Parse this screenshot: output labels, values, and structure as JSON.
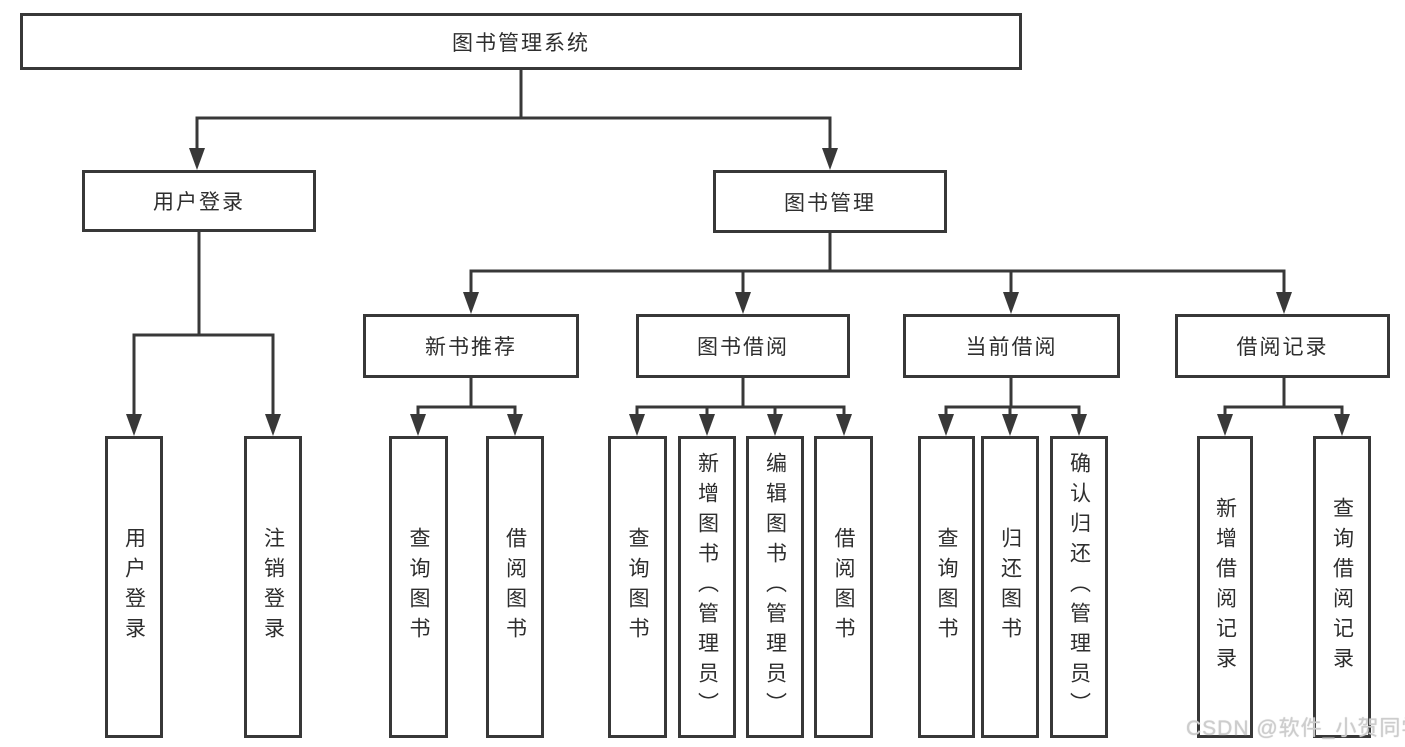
{
  "tree": {
    "root": {
      "label": "图书管理系统"
    },
    "children": [
      {
        "label": "用户登录",
        "children": [
          {
            "label": "用户登录"
          },
          {
            "label": "注销登录"
          }
        ]
      },
      {
        "label": "图书管理",
        "children": [
          {
            "label": "新书推荐",
            "children": [
              {
                "label": "查询图书"
              },
              {
                "label": "借阅图书"
              }
            ]
          },
          {
            "label": "图书借阅",
            "children": [
              {
                "label": "查询图书"
              },
              {
                "label": "新增图书（管理员）"
              },
              {
                "label": "编辑图书（管理员）"
              },
              {
                "label": "借阅图书"
              }
            ]
          },
          {
            "label": "当前借阅",
            "children": [
              {
                "label": "查询图书"
              },
              {
                "label": "归还图书"
              },
              {
                "label": "确认归还（管理员）"
              }
            ]
          },
          {
            "label": "借阅记录",
            "children": [
              {
                "label": "新增借阅记录"
              },
              {
                "label": "查询借阅记录"
              }
            ]
          }
        ]
      }
    ]
  },
  "watermark": {
    "text": "CSDN @软件_小贺同学"
  },
  "colors": {
    "line": "#383838",
    "box_border": "#383838",
    "text": "#2e2e2e",
    "watermark": "#cdcdcd",
    "background": "#ffffff"
  }
}
